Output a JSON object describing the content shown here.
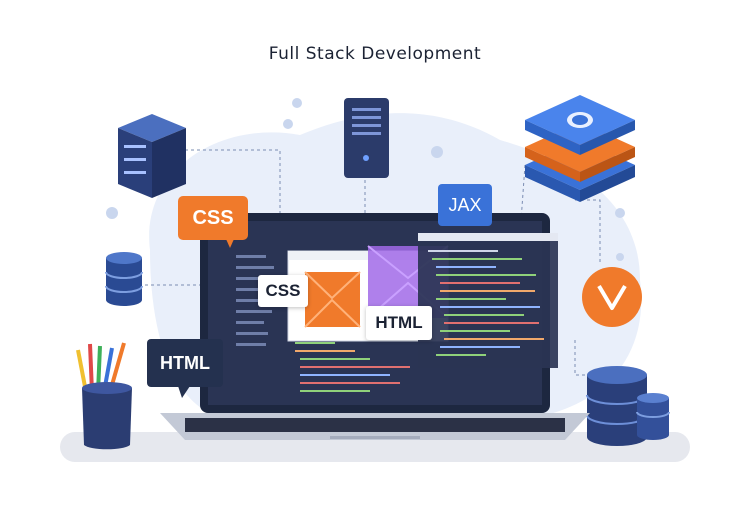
{
  "title": "Full Stack Development",
  "tags": {
    "css_orange": "CSS",
    "css_white": "CSS",
    "jax": "JAX",
    "html_dark": "HTML",
    "html_white": "HTML"
  },
  "icons": [
    "server-rack-icon",
    "server-tower-icon",
    "layer-stack-icon",
    "database-icon",
    "vue-logo-icon",
    "pencil-cup-icon",
    "laptop-icon",
    "browser-window-icon",
    "code-panel-icon"
  ],
  "colors": {
    "navy": "#24314f",
    "orange": "#f07a2b",
    "blue": "#3a72d8",
    "purple": "#a16ae8",
    "background_blob": "#e9effa"
  }
}
